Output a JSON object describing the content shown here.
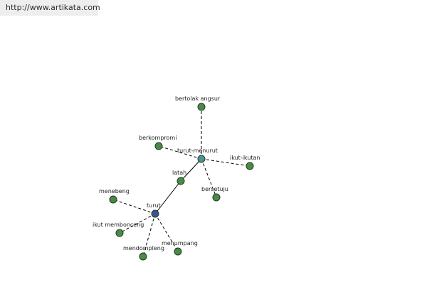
{
  "site": {
    "url": "http://www.artikata.com"
  },
  "colors": {
    "center_node": "#3f4f9b",
    "hub_node": "#4f8f9a",
    "leaf_node": "#4a8a46",
    "edge": "#000000"
  },
  "graph": {
    "nodes": [
      {
        "id": "turut",
        "label": "turut",
        "kind": "center"
      },
      {
        "id": "turut-menurut",
        "label": "turut-menurut",
        "kind": "hub"
      },
      {
        "id": "latah",
        "label": "latah",
        "kind": "leaf"
      },
      {
        "id": "bertolak-angsur",
        "label": "bertolak angsur",
        "kind": "leaf"
      },
      {
        "id": "berkompromi",
        "label": "berkompromi",
        "kind": "leaf"
      },
      {
        "id": "ikut-ikutan",
        "label": "ikut-ikutan",
        "kind": "leaf"
      },
      {
        "id": "bersetuju",
        "label": "bersetuju",
        "kind": "leaf"
      },
      {
        "id": "menebeng",
        "label": "menebeng",
        "kind": "leaf"
      },
      {
        "id": "ikut-membonceng",
        "label": "ikut membonceng",
        "kind": "leaf"
      },
      {
        "id": "mendompleng",
        "label": "mendompleng",
        "kind": "leaf"
      },
      {
        "id": "menumpang",
        "label": "menumpang",
        "kind": "leaf"
      }
    ],
    "edges": [
      {
        "from": "turut",
        "to": "latah",
        "style": "solid"
      },
      {
        "from": "latah",
        "to": "turut-menurut",
        "style": "solid"
      },
      {
        "from": "turut-menurut",
        "to": "bertolak-angsur",
        "style": "dashed"
      },
      {
        "from": "turut-menurut",
        "to": "berkompromi",
        "style": "dashed"
      },
      {
        "from": "turut-menurut",
        "to": "ikut-ikutan",
        "style": "dashed"
      },
      {
        "from": "turut-menurut",
        "to": "bersetuju",
        "style": "dashed"
      },
      {
        "from": "turut",
        "to": "menebeng",
        "style": "dashed"
      },
      {
        "from": "turut",
        "to": "ikut-membonceng",
        "style": "dashed"
      },
      {
        "from": "turut",
        "to": "mendompleng",
        "style": "dashed"
      },
      {
        "from": "turut",
        "to": "menumpang",
        "style": "dashed"
      }
    ]
  }
}
